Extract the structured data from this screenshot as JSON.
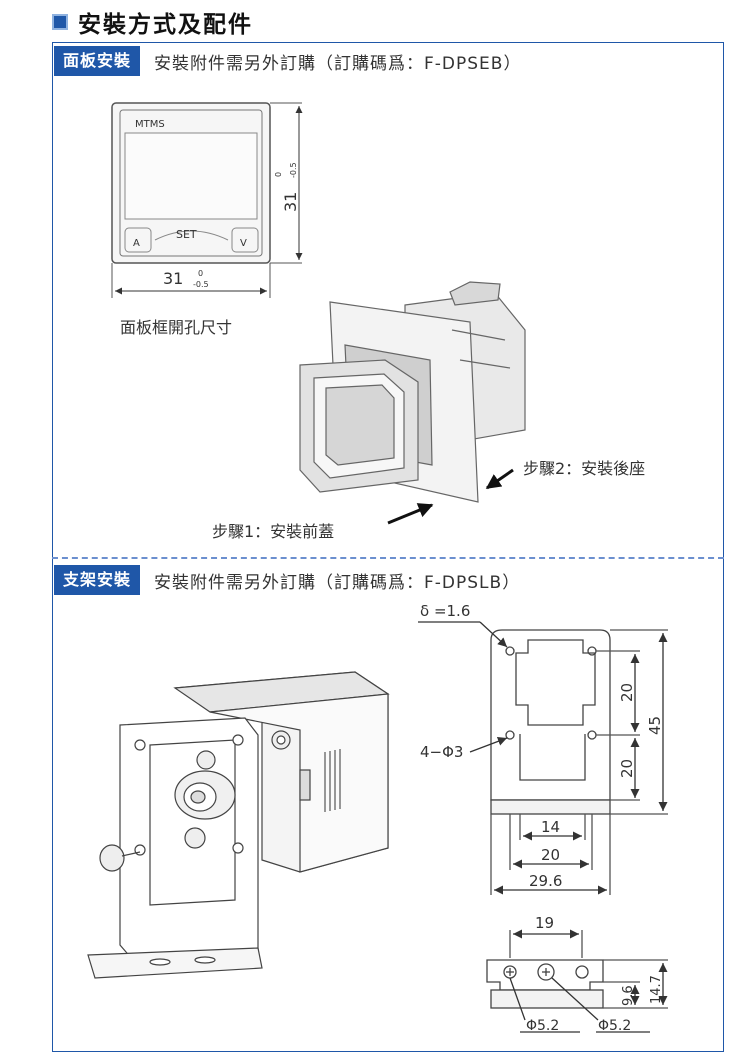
{
  "title": "安裝方式及配件",
  "panel": {
    "tag": "面板安裝",
    "note": "安裝附件需另外訂購（訂購碼爲：F-DPSEB）",
    "device_set": "SET",
    "device_brand": "MTMS",
    "dim_v": "31",
    "dim_h": "31",
    "tol_top": "0",
    "tol_bottom": "-0.5",
    "cutout_label": "面板框開孔尺寸",
    "step2": "步驟2：安裝後座",
    "step1": "步驟1：安裝前蓋"
  },
  "bracket": {
    "tag": "支架安裝",
    "note": "安裝附件需另外訂購（訂購碼爲：F-DPSLB）",
    "thickness": "δ =1.6",
    "holes": "4−Φ3",
    "d20a": "20",
    "d20b": "20",
    "d45": "45",
    "d14": "14",
    "d20c": "20",
    "d296": "29.6",
    "d19": "19",
    "d96": "9.6",
    "d147": "14.7",
    "phi1": "Φ5.2",
    "phi2": "Φ5.2"
  }
}
